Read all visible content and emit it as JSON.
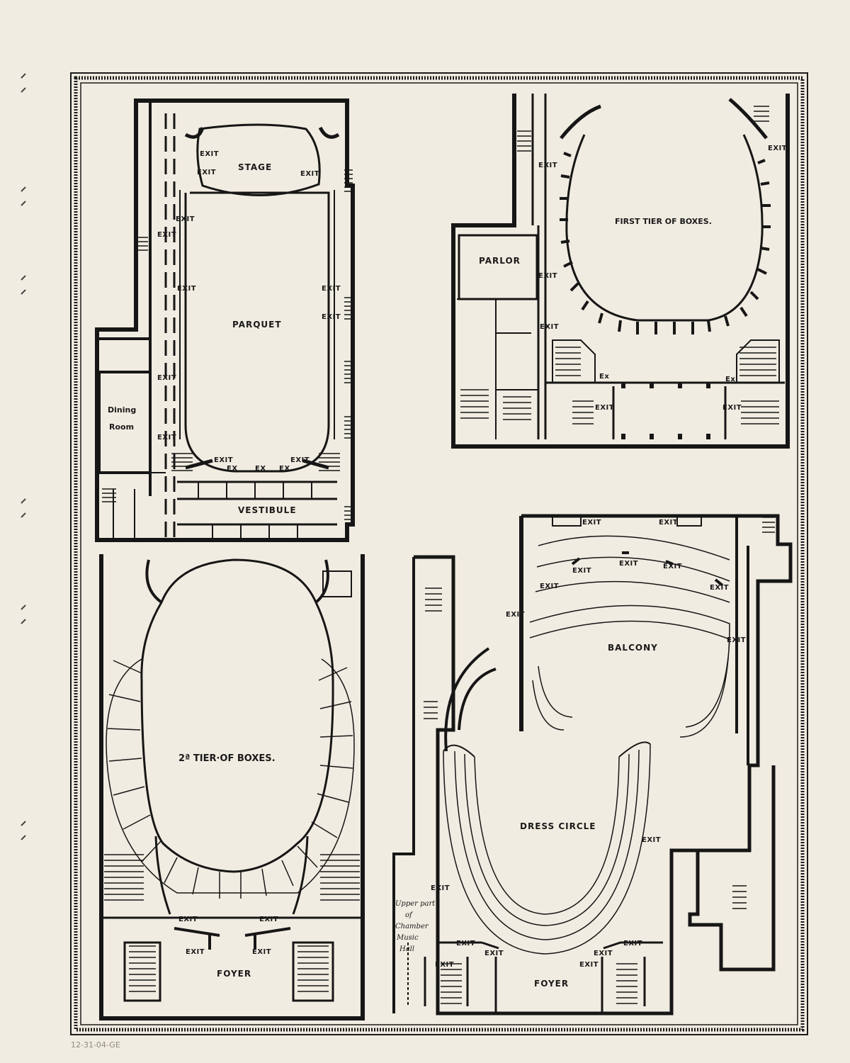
{
  "plans": {
    "parquet": {
      "title": "PARQUET",
      "stage": "STAGE",
      "vestibule": "VESTIBULE",
      "dining": [
        "Dining",
        "Room"
      ],
      "exit": "EXIT",
      "ex": "EX"
    },
    "first_tier": {
      "title": "FIRST TIER OF BOXES.",
      "parlor": "PARLOR",
      "exit": "EXIT",
      "ex": "Ex"
    },
    "second_tier": {
      "title": "2ª TIER·OF BOXES.",
      "foyer": "FOYER",
      "exit": "EXIT"
    },
    "balcony": {
      "title": "BALCONY",
      "dress_circle": "DRESS CIRCLE",
      "foyer": "FOYER",
      "chamber": [
        "Upper part",
        "of",
        "Chamber",
        "Music",
        "Hall"
      ],
      "exit": "EXIT"
    }
  },
  "pencil_note": "12-31-04-GE"
}
